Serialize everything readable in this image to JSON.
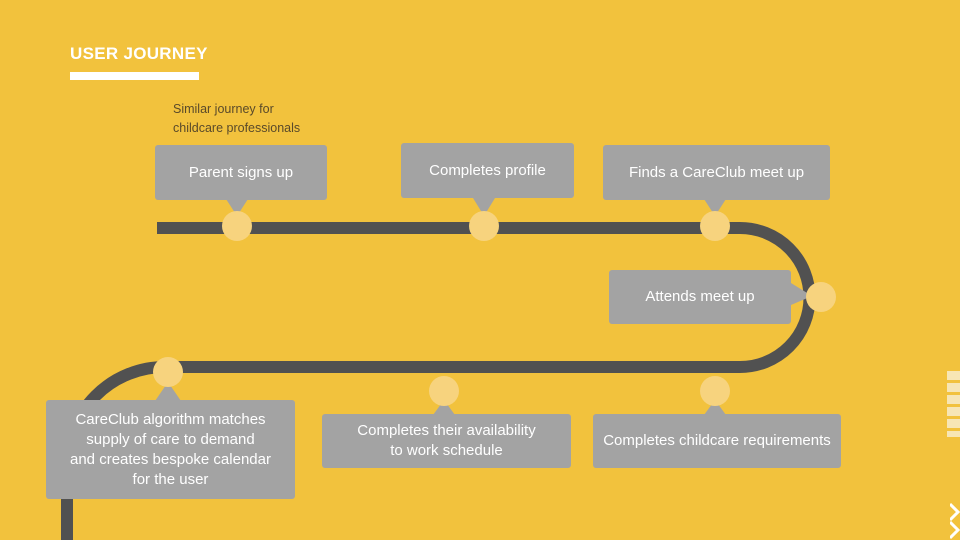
{
  "header": {
    "title": "USER JOURNEY"
  },
  "note": {
    "line1": "Similar journey for",
    "line2": "childcare professionals"
  },
  "colors": {
    "background": "#F2C23D",
    "track": "#515151",
    "node": "#F7D37E",
    "box": "#A3A3A3",
    "text": "#FFFFFF"
  },
  "steps": [
    {
      "label": "Parent signs up"
    },
    {
      "label": "Completes profile"
    },
    {
      "label": "Finds a CareClub meet up"
    },
    {
      "label": "Attends meet up"
    },
    {
      "label": "Completes childcare requirements"
    },
    {
      "label": "Completes their availability\nto work schedule"
    },
    {
      "label": "CareClub algorithm matches\nsupply of care to demand\nand creates bespoke calendar\nfor the user"
    }
  ]
}
